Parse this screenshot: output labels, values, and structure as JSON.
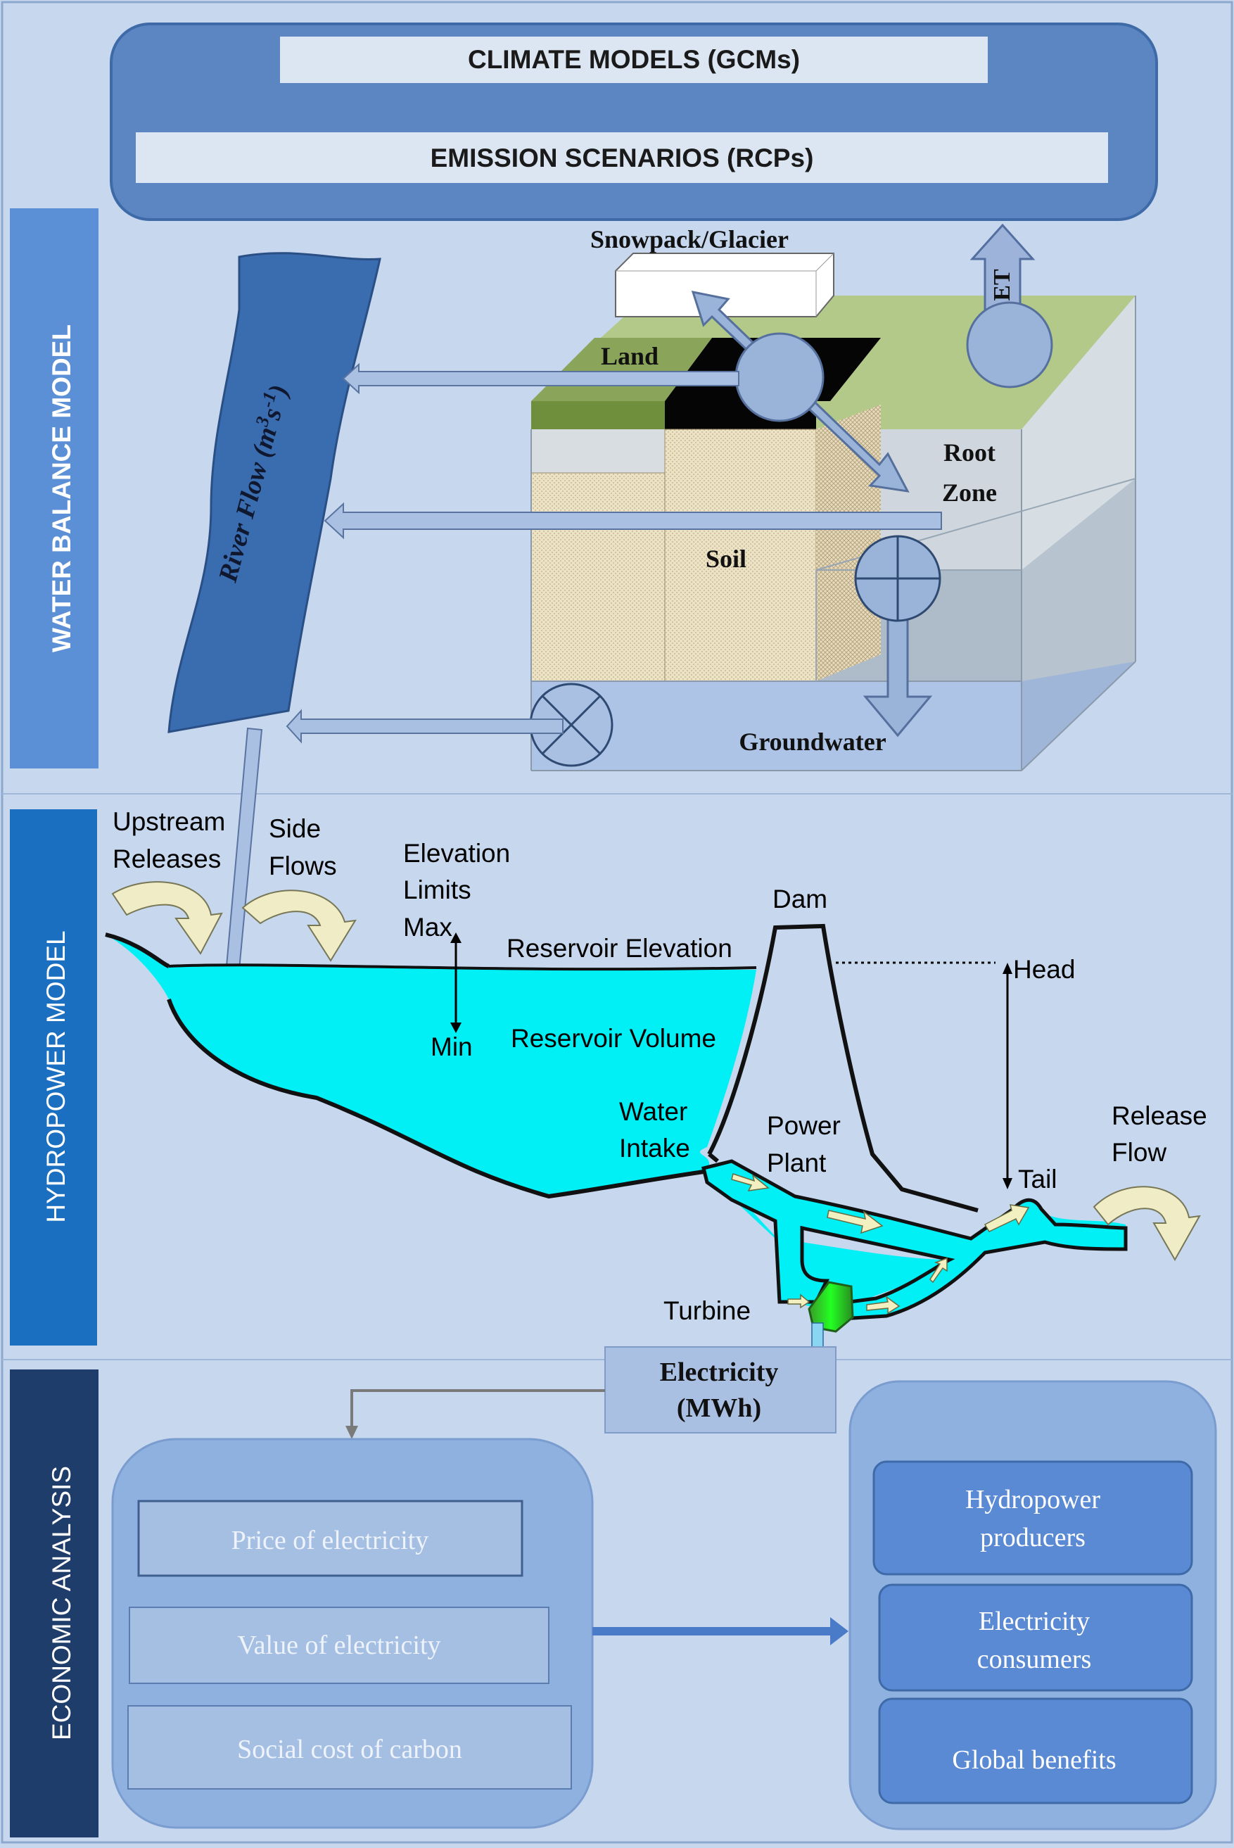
{
  "top": {
    "climate": "CLIMATE MODELS (GCMs)",
    "emission": "EMISSION SCENARIOS (RCPs)"
  },
  "sections": {
    "water": "WATER BALANCE MODEL",
    "hydro": "HYDROPOWER MODEL",
    "econ": "ECONOMIC ANALYSIS"
  },
  "water_balance": {
    "snowpack": "Snowpack/Glacier",
    "et": "ET",
    "land": "Land",
    "root": "Root",
    "zone": "Zone",
    "soil": "Soil",
    "groundwater": "Groundwater",
    "river_flow": "River Flow (m",
    "river_unit_sup": "3",
    "river_unit_s": "s",
    "river_unit_sup2": "-1",
    "river_unit_close": ")"
  },
  "hydropower": {
    "upstream1": "Upstream",
    "upstream2": "Releases",
    "side1": "Side",
    "side2": "Flows",
    "elev1": "Elevation",
    "elev2": "Limits",
    "max": "Max",
    "min": "Min",
    "reservoir_elevation": "Reservoir Elevation",
    "reservoir_volume": "Reservoir Volume",
    "dam": "Dam",
    "head": "Head",
    "water1": "Water",
    "water2": "Intake",
    "power1": "Power",
    "power2": "Plant",
    "tail": "Tail",
    "release1": "Release",
    "release2": "Flow",
    "turbine": "Turbine"
  },
  "electricity": {
    "line1": "Electricity",
    "line2": "(MWh)"
  },
  "economic": {
    "inputs": [
      "Price of electricity",
      "Value of electricity",
      "Social cost of carbon"
    ],
    "outputs": [
      [
        "Hydropower",
        "producers"
      ],
      [
        "Electricity",
        "consumers"
      ],
      [
        "Global benefits"
      ]
    ]
  },
  "colors": {
    "background": "#c6d7ee",
    "top_box": "#5b86c2",
    "water_band": "#5b8fd6",
    "hydro_band": "#1b6fc0",
    "econ_band": "#1f3d6b",
    "reservoir": "#00f0f6",
    "river": "#3a6cb0",
    "output_box": "#5a8ad4"
  }
}
